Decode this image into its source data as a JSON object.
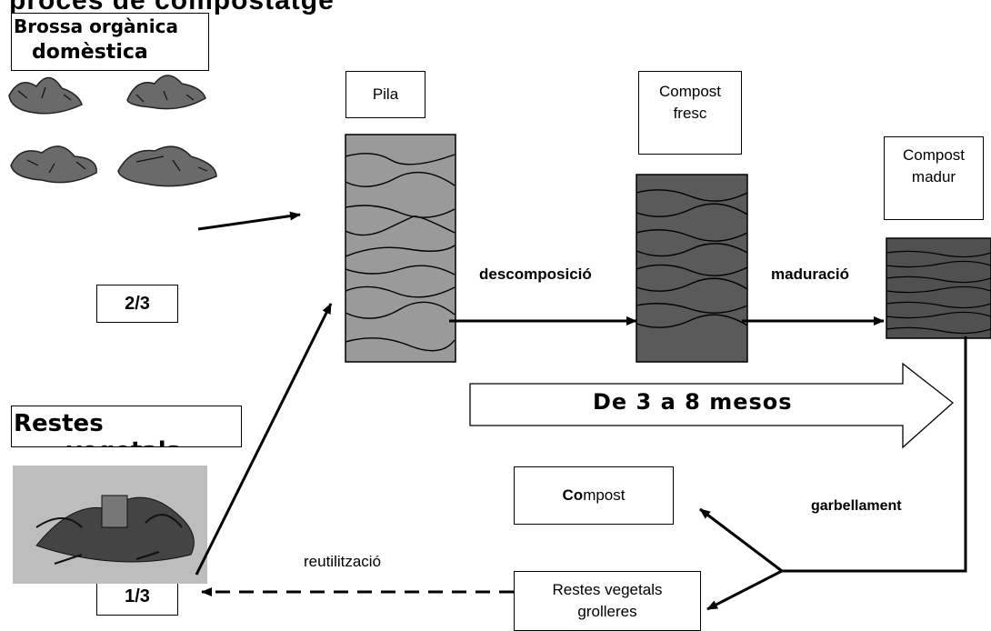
{
  "title": "procés de compostatge",
  "labels": {
    "brossa_line1": "Brossa orgànica",
    "brossa_line2": "domèstica",
    "restes_title": "Restes",
    "restes_cut": "vegetals",
    "pila": "Pila",
    "compost_fresc_line1": "Compost",
    "compost_fresc_line2": "fresc",
    "compost_madur_line1": "Compost",
    "compost_madur_line2": "madur",
    "descomposicio": "descomposició",
    "maduracio": "maduració",
    "ratio_two_thirds": "2/3",
    "ratio_one_third": "1/3",
    "duration": "De 3 a 8 mesos",
    "garbellament": "garbellament",
    "compost_bold_prefix": "Co",
    "compost_rest": "mpost",
    "reutilitzacio": "reutilització",
    "restes_vegetals_line1": "Restes vegetals",
    "restes_vegetals_line2": "grolleres"
  },
  "colors": {
    "pile": "#9a9a9a",
    "fresh": "#5a5a5a",
    "mature": "#505050"
  }
}
